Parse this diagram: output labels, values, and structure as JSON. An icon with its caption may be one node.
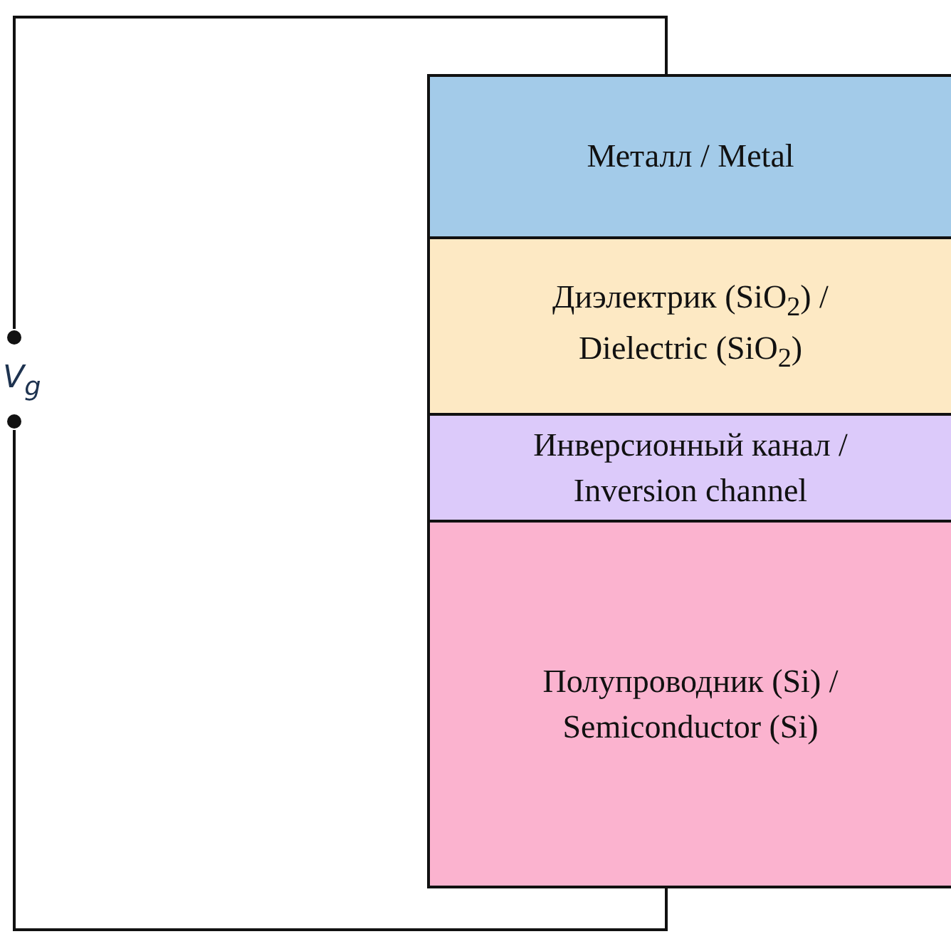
{
  "diagram": {
    "nodes": [
      {
        "text": [
          "Металл / Metal"
        ]
      },
      {
        "text": [
          "Диэлектрик (SiO$_{2}$) / Dielectric (SiO$_{2}$)"
        ]
      },
      {
        "text": [
          "V$_{g}$"
        ]
      },
      {
        "text": [
          "Инверсионный канал / Inversion channel"
        ]
      },
      {
        "text": [
          "Полупроводник (Si) / Semiconductor (Si)"
        ]
      }
    ],
    "edges": [
      {
        "from": 2,
        "to": 0,
        "arrow": "none"
      },
      {
        "from": 2,
        "to": 4,
        "arrow": "none"
      }
    ]
  }
}
